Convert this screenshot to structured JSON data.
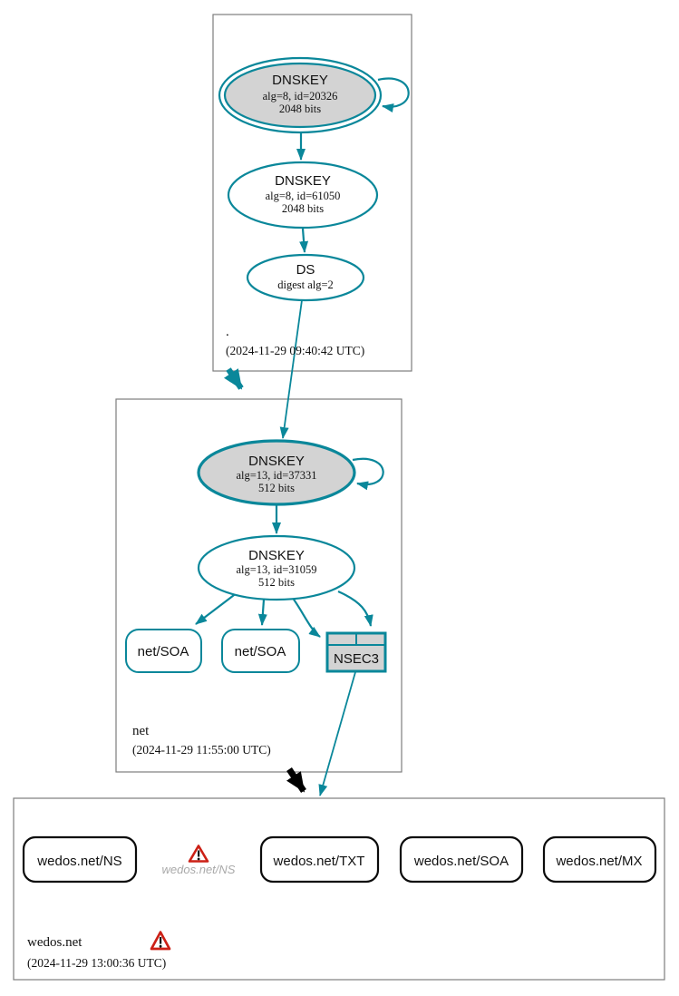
{
  "colors": {
    "secure_teal": "#0a879a",
    "key_fill_gray": "#d3d3d3",
    "zone_box_border": "#7d7d7d",
    "insecure_black": "#000000",
    "warning_red": "#cc2016",
    "ghost_text_gray": "#a9a9a9"
  },
  "zones": [
    {
      "name": "root",
      "label": ".",
      "timestamp": "(2024-11-29 09:40:42 UTC)",
      "nodes": {
        "ksk": {
          "title": "DNSKEY",
          "attr1": "alg=8, id=20326",
          "attr2": "2048 bits"
        },
        "zsk": {
          "title": "DNSKEY",
          "attr1": "alg=8, id=61050",
          "attr2": "2048 bits"
        },
        "ds": {
          "title": "DS",
          "attr1": "digest alg=2"
        }
      }
    },
    {
      "name": "net",
      "label": "net",
      "timestamp": "(2024-11-29 11:55:00 UTC)",
      "nodes": {
        "ksk": {
          "title": "DNSKEY",
          "attr1": "alg=13, id=37331",
          "attr2": "512 bits"
        },
        "zsk": {
          "title": "DNSKEY",
          "attr1": "alg=13, id=31059",
          "attr2": "512 bits"
        },
        "soa1": {
          "label": "net/SOA"
        },
        "soa2": {
          "label": "net/SOA"
        },
        "nsec3": {
          "label": "NSEC3"
        }
      }
    },
    {
      "name": "wedos.net",
      "label": "wedos.net",
      "timestamp": "(2024-11-29 13:00:36 UTC)",
      "nodes": {
        "ns": {
          "label": "wedos.net/NS"
        },
        "ns_ghost": {
          "label": "wedos.net/NS"
        },
        "txt": {
          "label": "wedos.net/TXT"
        },
        "soa": {
          "label": "wedos.net/SOA"
        },
        "mx": {
          "label": "wedos.net/MX"
        }
      }
    }
  ]
}
